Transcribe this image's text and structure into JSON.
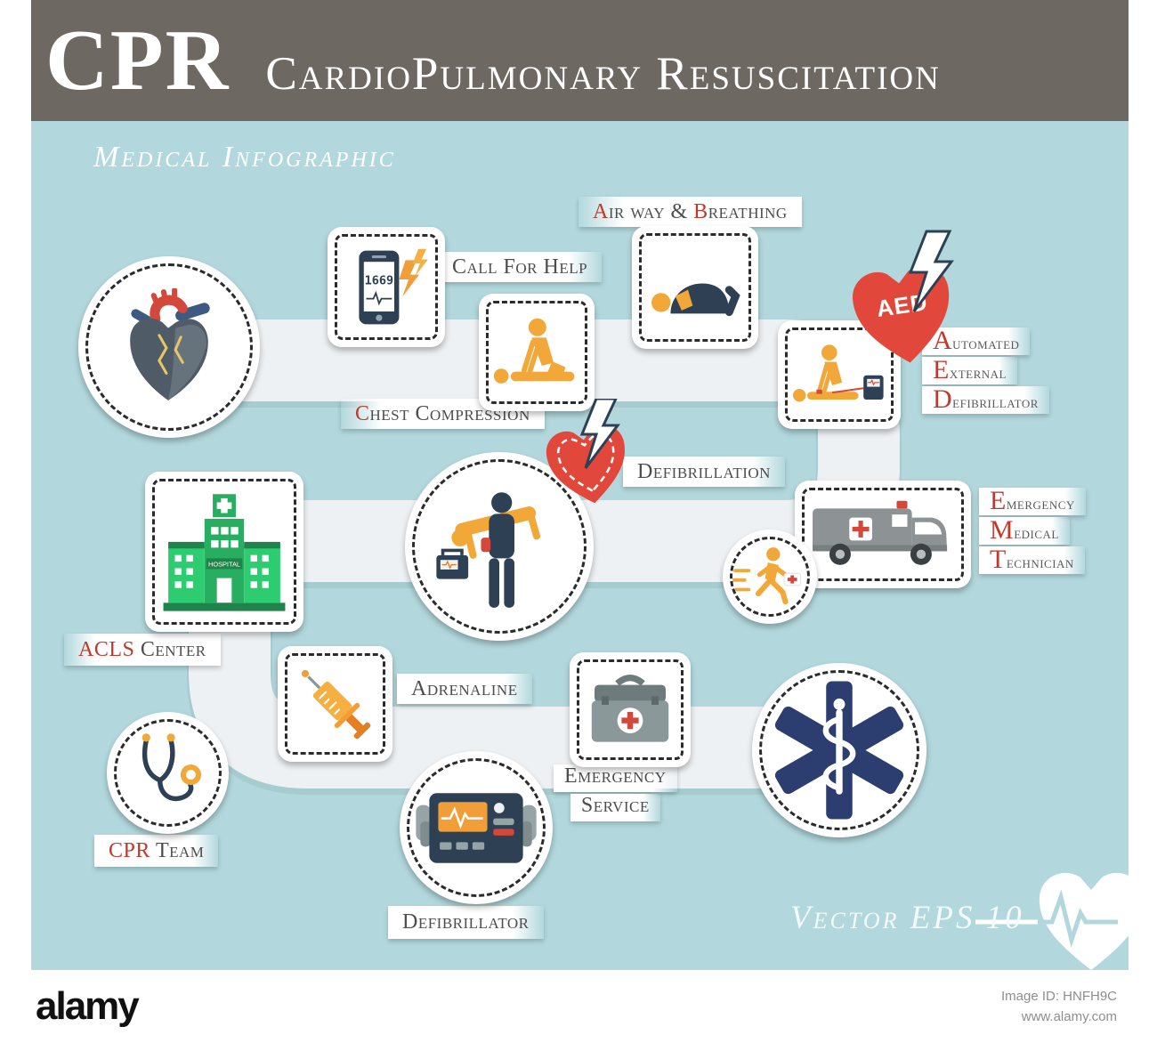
{
  "header": {
    "title": "CPR",
    "subtitle": "CardioPulmonary Resuscitation"
  },
  "tagline": "Medical Infographic",
  "labels": {
    "call_for_help": "Call For Help",
    "chest_compression": {
      "initial": "C",
      "rest": "hest Compression"
    },
    "airway_breathing": {
      "p1": "A",
      "p2": "ir way & ",
      "p3": "B",
      "p4": "reathing"
    },
    "aed_heart": "AED",
    "aed_expansion": [
      {
        "initial": "A",
        "rest": "utomated"
      },
      {
        "initial": "E",
        "rest": "xternal"
      },
      {
        "initial": "D",
        "rest": "efibrillator"
      }
    ],
    "defibrillation": "Defibrillation",
    "emt": [
      {
        "initial": "E",
        "rest": "mergency"
      },
      {
        "initial": "M",
        "rest": "edical"
      },
      {
        "initial": "T",
        "rest": "echnician"
      }
    ],
    "acls_center": {
      "highlight": "ACLS",
      "rest": " Center"
    },
    "adrenaline": "Adrenaline",
    "emergency_service": {
      "line1": "Emergency",
      "line2": "Service"
    },
    "cpr_team": {
      "highlight": "CPR",
      "rest": " Team"
    },
    "defibrillator": "Defibrillator"
  },
  "icon_text": {
    "phone_screen": "1669",
    "hospital_sign": "HOSPITAL"
  },
  "vector_note": "Vector EPS 10",
  "footer": {
    "brand": "alamy",
    "image_id": "Image ID: HNFH9C",
    "website": "www.alamy.com"
  },
  "icons": {
    "anatomical-heart-icon": "human heart illustration",
    "phone-icon": "smartphone dialing emergency number with lightning",
    "cpr-compression-icon": "rescuer compressing chest of lying person",
    "recovery-position-icon": "person lying on side",
    "aed-heart-icon": "red heart with AED text and lightning bolt",
    "cpr-aed-icon": "rescuer using AED on patient",
    "defibrillation-heart-icon": "red heart with dashed heart outline and lightning bolt",
    "carry-rescue-icon": "rescuer carrying patient with defibrillator",
    "hospital-icon": "green hospital building",
    "running-emt-icon": "running medic with first aid bag",
    "ambulance-icon": "gray ambulance van with red cross",
    "syringe-icon": "syringe with drop",
    "first-aid-kit-icon": "gray first aid case with red cross",
    "star-of-life-icon": "star of life with rod of Asclepius",
    "stethoscope-icon": "stethoscope",
    "defibrillator-device-icon": "defibrillator monitor with paddles",
    "heart-pulse-icon": "white heart with ECG pulse line"
  },
  "colors": {
    "background": "#b2d8dd",
    "header_bar": "#6e6862",
    "road": "#edf1f3",
    "accent_red": "#e2473b",
    "letter_red": "#c0392b",
    "navy": "#2e4053",
    "yellow": "#f2a838",
    "green": "#27ae60",
    "gray": "#8a9899"
  }
}
